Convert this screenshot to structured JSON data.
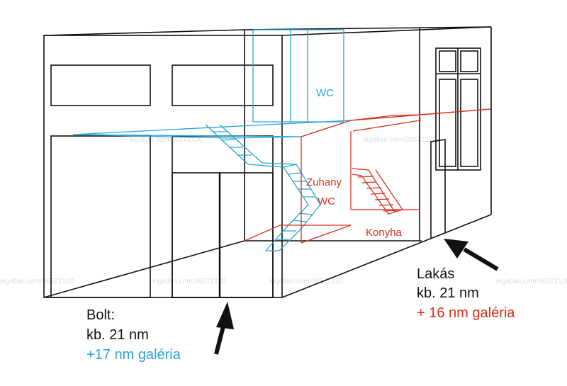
{
  "colors": {
    "shop": "#29a3da",
    "flat": "#d8301c",
    "outline": "#111111",
    "watermark": "#dcdcdc"
  },
  "labels": {
    "shop_wc": "WC",
    "flat_shower": "Zuhany",
    "flat_wc": "WC",
    "flat_kitchen": "Konyha"
  },
  "shop_caption": {
    "title": "Bolt:",
    "area": "kb. 21 nm",
    "gallery": "+17 nm galéria"
  },
  "flat_caption": {
    "title": "Lakás",
    "area": "kb. 21 nm",
    "gallery": "+ 16 nm galéria"
  },
  "watermark": {
    "text": "ingatlan.com/36572120"
  }
}
